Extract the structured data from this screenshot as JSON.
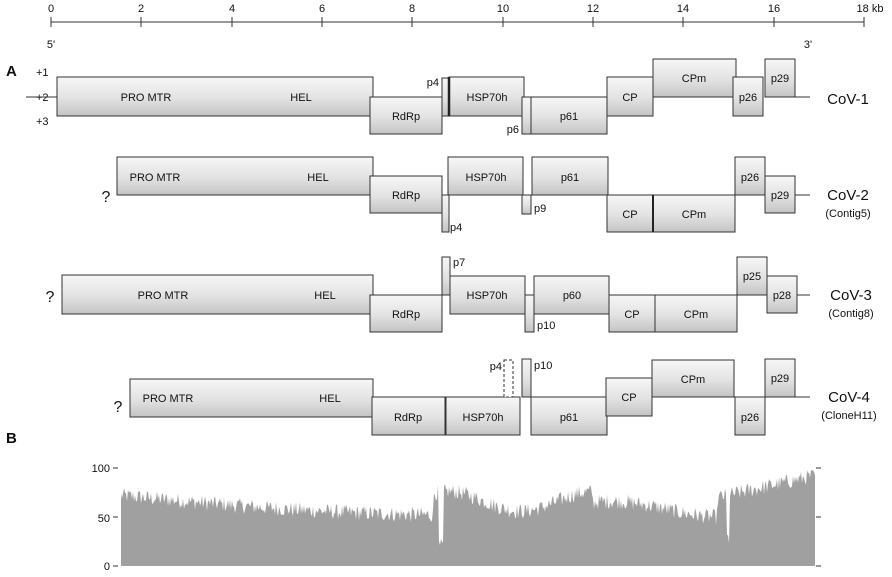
{
  "scale": {
    "ticks": [
      "0",
      "2",
      "4",
      "6",
      "8",
      "10",
      "12",
      "14",
      "16",
      "18 kb"
    ],
    "five_prime": "5'",
    "three_prime": "3'"
  },
  "panel_a": {
    "letter": "A",
    "frames": [
      "+1",
      "+2",
      "+3"
    ],
    "unknown_end": "?",
    "genomes": [
      {
        "name": "CoV-1",
        "subname": "",
        "orfs": [
          "PRO MTR",
          "HEL",
          "RdRp",
          "p4",
          "HSP70h",
          "p6",
          "p61",
          "CP",
          "CPm",
          "p26",
          "p29"
        ]
      },
      {
        "name": "CoV-2",
        "subname": "(Contig5)",
        "orfs": [
          "PRO MTR",
          "HEL",
          "RdRp",
          "p4",
          "HSP70h",
          "p9",
          "p61",
          "CP",
          "CPm",
          "p26",
          "p29"
        ]
      },
      {
        "name": "CoV-3",
        "subname": "(Contig8)",
        "orfs": [
          "PRO MTR",
          "HEL",
          "RdRp",
          "p7",
          "HSP70h",
          "p10",
          "p60",
          "CP",
          "CPm",
          "p25",
          "p28"
        ]
      },
      {
        "name": "CoV-4",
        "subname": "(CloneH11)",
        "orfs": [
          "PRO MTR",
          "HEL",
          "RdRp",
          "HSP70h",
          "p4",
          "p10",
          "p61",
          "CP",
          "CPm",
          "p26",
          "p29"
        ]
      }
    ]
  },
  "panel_b": {
    "letter": "B",
    "y_ticks": [
      "100",
      "50",
      "0"
    ],
    "coverage_color": "#a0a0a0"
  }
}
